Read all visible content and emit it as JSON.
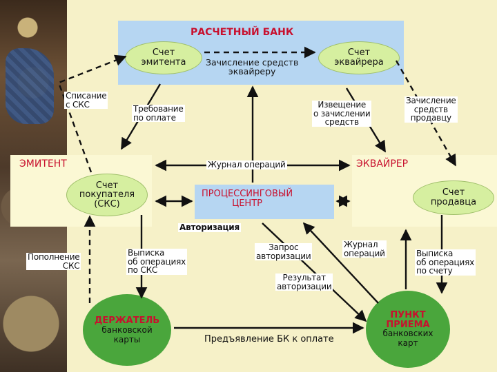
{
  "bank": {
    "title": "РАСЧЕТНЫЙ БАНК",
    "issuer_account": "Счет\nэмитента",
    "transfer_label": "Зачисление средств\nэквайреру",
    "acquirer_account": "Счет\nэквайрера"
  },
  "emitent": {
    "title": "ЭМИТЕНТ",
    "buyer_account": "Счет\nпокупателя\n(СКС)"
  },
  "acquirer": {
    "title": "ЭКВАЙРЕР",
    "seller_account": "Счет\nпродавца"
  },
  "processing": {
    "title": "ПРОЦЕССИНГОВЫЙ\nЦЕНТР"
  },
  "holder": {
    "title": "ДЕРЖАТЕЛЬ",
    "subtitle": "банковской\nкарты"
  },
  "merchant": {
    "title": "ПУНКТ\nПРИЕМА",
    "subtitle": "банковских\nкарт"
  },
  "labels": {
    "write_off": "Списание\nс СКС",
    "payment_request": "Требование\nпо оплате",
    "credit_notice": "Извещение\nо зачислении\nсредств",
    "credit_seller": "Зачисление\nсредств\nпродавцу",
    "operations_journal": "Журнал операций",
    "authorization": "Авторизация",
    "skc_topup": "Пополнение\nСКС",
    "skc_statement": "Выписка\nоб операциях\nпо СКС",
    "auth_request": "Запрос\nавторизации",
    "operations_journal_2": "Журнал\nопераций",
    "account_statement": "Выписка\nоб операциях\nпо счету",
    "auth_result": "Результат\nавторизации",
    "card_presentment": "Предъявление БК к оплате"
  }
}
